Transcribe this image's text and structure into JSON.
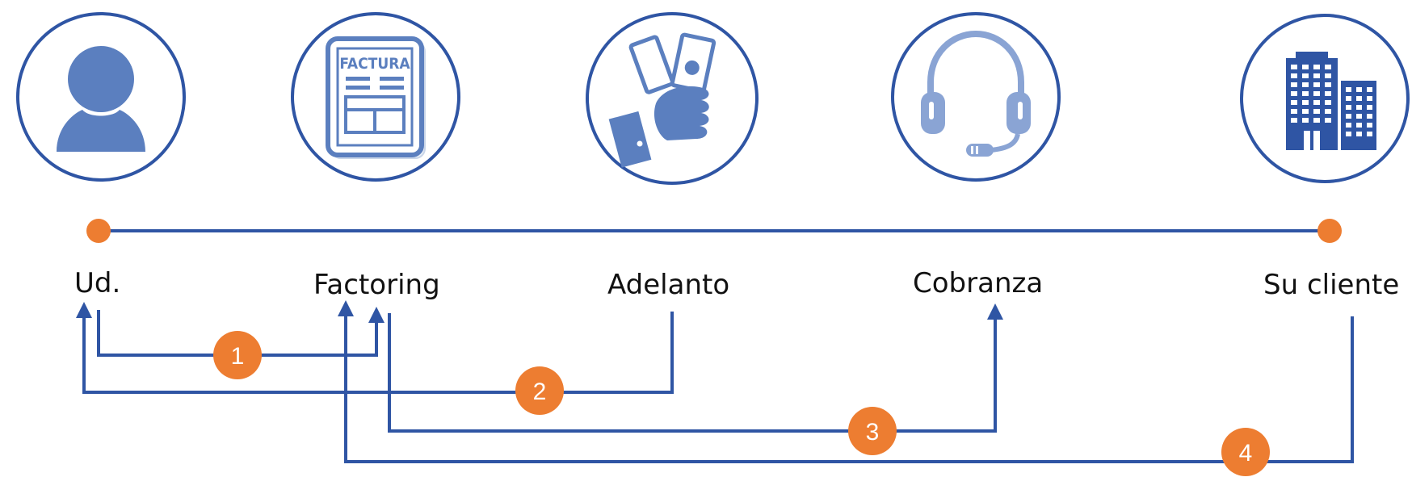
{
  "colors": {
    "primary_blue": "#2f55a4",
    "icon_blue": "#5b7fbf",
    "accent_orange": "#ed7d31",
    "background": "#ffffff"
  },
  "icon_badge_text": "FACTURA",
  "nodes": [
    {
      "label": "Ud.",
      "icon": "person-icon"
    },
    {
      "label": "Factoring",
      "icon": "invoice-icon"
    },
    {
      "label": "Adelanto",
      "icon": "cash-in-hand-icon"
    },
    {
      "label": "Cobranza",
      "icon": "headset-icon"
    },
    {
      "label": "Su cliente",
      "icon": "office-building-icon"
    }
  ],
  "steps": [
    {
      "number": "1",
      "from": "Ud.",
      "to": "Factoring"
    },
    {
      "number": "2",
      "from": "Adelanto",
      "to": "Ud."
    },
    {
      "number": "3",
      "from": "Factoring",
      "to": "Cobranza"
    },
    {
      "number": "4",
      "from": "Su cliente",
      "to": "Factoring"
    }
  ]
}
